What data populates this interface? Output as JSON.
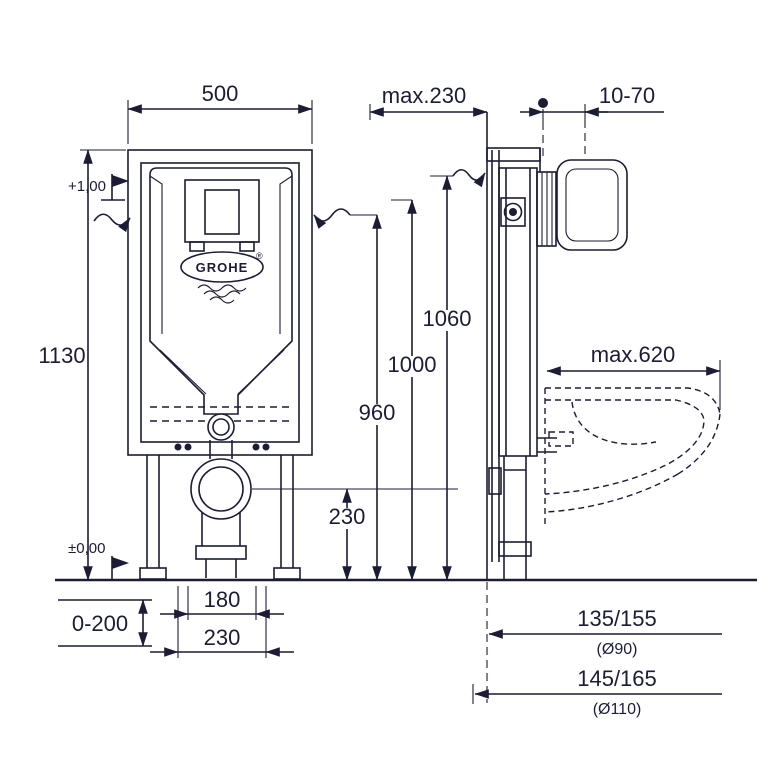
{
  "colors": {
    "ink": "#1c1c34",
    "bg": "#ffffff"
  },
  "logo": {
    "brand": "GROHE",
    "registered": "®"
  },
  "front_view": {
    "frame_width": "500",
    "frame_height": "1130",
    "level_plate": "+1,00",
    "level_floor": "±0,00",
    "foot_adjustment": "0-200",
    "fixing_spacing_inner": "180",
    "fixing_spacing_outer": "230",
    "outlet_height": "230",
    "height_960": "960",
    "height_1000": "1000",
    "height_1060": "1060"
  },
  "side_view": {
    "depth_max": "max.230",
    "finished_wall_range": "10-70",
    "bowl_projection_max": "max.620",
    "drain_offset_90": "135/155",
    "drain_diameter_90": "(Ø90)",
    "drain_offset_110": "145/165",
    "drain_diameter_110": "(Ø110)"
  }
}
